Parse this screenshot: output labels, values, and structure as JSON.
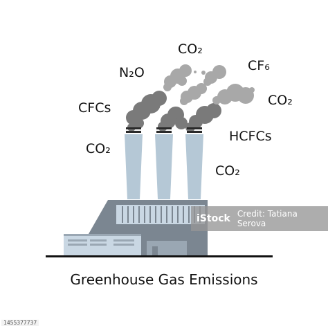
{
  "gases": {
    "co2_top": "CO₂",
    "n2o": "N₂O",
    "cf6": "CF₆",
    "co2_right": "CO₂",
    "cfcs": "CFCs",
    "hcfcs": "HCFCs",
    "co2_left": "CO₂",
    "co2_bottom": "CO₂"
  },
  "caption": "Greenhouse Gas Emissions",
  "watermark": {
    "brand": "iStock",
    "credit": "Credit: Tatiana Serova"
  },
  "photo_id": "1455377737",
  "colors": {
    "stack": "#b5c8d6",
    "smoke_dark": "#7a7a7a",
    "smoke_light": "#a8a8a8",
    "factory_dark": "#7b8691",
    "factory_mid": "#9aa7b3",
    "factory_light": "#c9d7e3",
    "ground": "#111111"
  }
}
